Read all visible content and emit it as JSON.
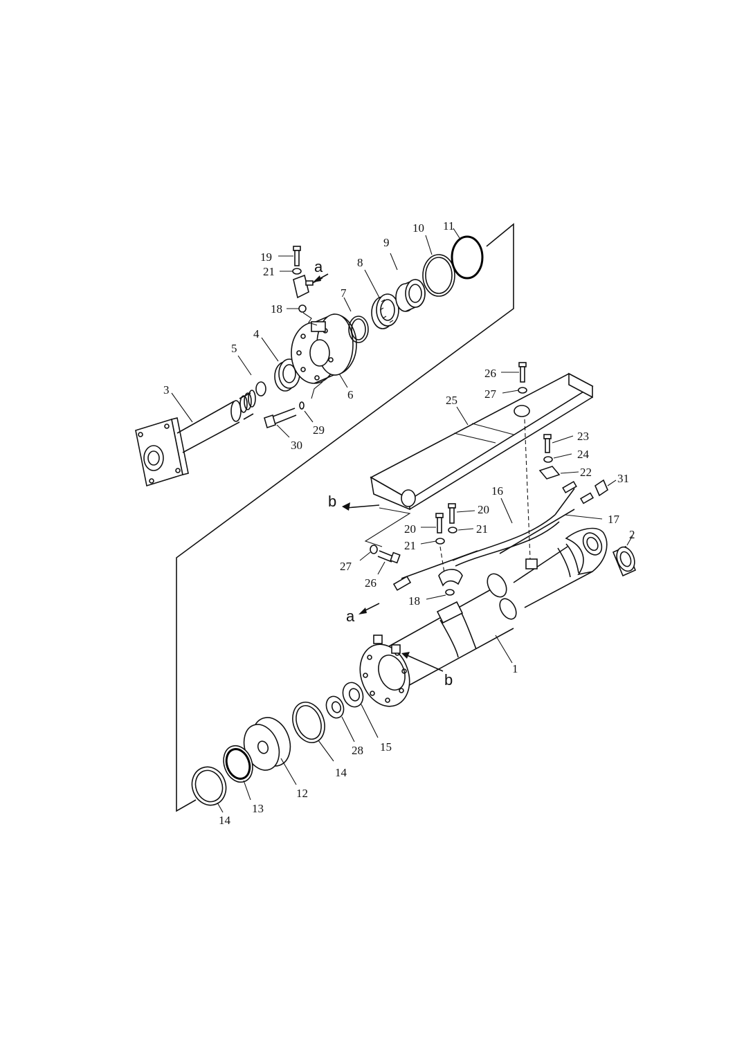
{
  "diagram": {
    "part_labels": {
      "p1": "1",
      "p2": "2",
      "p3": "3",
      "p4": "4",
      "p5": "5",
      "p6": "6",
      "p7": "7",
      "p8": "8",
      "p9": "9",
      "p10": "10",
      "p11": "11",
      "p12": "12",
      "p13": "13",
      "p14a": "14",
      "p14b": "14",
      "p15": "15",
      "p16": "16",
      "p17": "17",
      "p18a": "18",
      "p18b": "18",
      "p19": "19",
      "p20a": "20",
      "p20b": "20",
      "p21a": "21",
      "p21b": "21",
      "p21c": "21",
      "p22": "22",
      "p23": "23",
      "p24": "24",
      "p25": "25",
      "p26a": "26",
      "p26b": "26",
      "p27a": "27",
      "p27b": "27",
      "p28": "28",
      "p29": "29",
      "p30": "30",
      "p31": "31"
    },
    "ref_labels": {
      "a_top": "a",
      "a_bottom": "a",
      "b_left": "b",
      "b_right": "b"
    }
  }
}
